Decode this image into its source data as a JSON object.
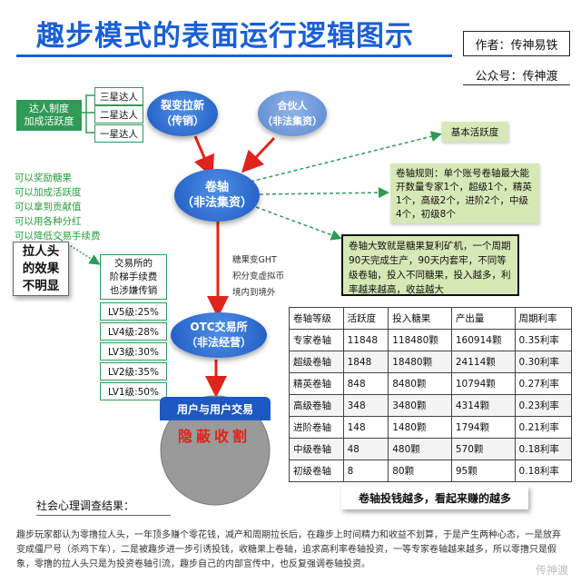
{
  "header": {
    "title": "趣步模式的表面运行逻辑图示",
    "author": "作者：传神易铁",
    "account": "公众号：传神渡"
  },
  "left_panel": {
    "incentive_label": "达人制度\n加成活跃度",
    "star_levels": [
      "三星达人",
      "二星达人",
      "一星达人"
    ],
    "benefits": [
      "可以奖励糖果",
      "可以加成活跃度",
      "可以拿到贡献值",
      "可以用各种分红",
      "可以降低交易手续费"
    ],
    "referral_note": "拉人头\n的效果\n不明显",
    "fee_label": "交易所的\n阶梯手续费\n也涉嫌传销",
    "fee_levels": [
      "LV5级:25%",
      "LV4级:28%",
      "LV3级:30%",
      "LV2级:35%",
      "LV1级:50%"
    ]
  },
  "nodes": {
    "viral": "裂变拉新\n（传销）",
    "partner": "合伙人\n（非法集资）",
    "scroll": "卷轴\n（非法集资）",
    "otc": "OTC交易所\n（非法经营）",
    "exchange": "用户与用户交易",
    "harvest": "隐蔽收割"
  },
  "flow_notes": [
    "糖果变GHT",
    "积分变虚拟币",
    "境内到境外"
  ],
  "right_panel": {
    "basic_activity": "基本活跃度",
    "rules": "卷轴规则：单个账号卷轴最大能开数量专家1个，超级1个，精英1个，高级2个，进阶2个，中级4个，初级8个",
    "summary": "卷轴大致就是糖果复利矿机，一个周期90天完成生产，90天内套牢，不同等级卷轴，投入不同糖果，投入越多，利率越来越高，收益越大"
  },
  "table": {
    "headers": [
      "卷轴等级",
      "活跃度",
      "投入糖果",
      "产出量",
      "周期利率"
    ],
    "rows": [
      [
        "专家卷轴",
        "11848",
        "118480颗",
        "160914颗",
        "0.35利率"
      ],
      [
        "超级卷轴",
        "1848",
        "18480颗",
        "24114颗",
        "0.30利率"
      ],
      [
        "精英卷轴",
        "848",
        "8480颗",
        "10794颗",
        "0.27利率"
      ],
      [
        "高级卷轴",
        "348",
        "3480颗",
        "4314颗",
        "0.23利率"
      ],
      [
        "进阶卷轴",
        "148",
        "1480颗",
        "1794颗",
        "0.21利率"
      ],
      [
        "中级卷轴",
        "48",
        "480颗",
        "570颗",
        "0.18利率"
      ],
      [
        "初级卷轴",
        "8",
        "80颗",
        "95颗",
        "0.18利率"
      ]
    ]
  },
  "footer": {
    "survey": "社会心理调查结果：",
    "slogan": "卷轴投钱越多，看起来赚的越多",
    "body": "趣步玩家都认为零撸拉人头，一年顶多赚个零花钱，减产和周期拉长后，在趣步上时间精力和收益不划算，于是产生两种心态，一是放弃变成僵尸号（杀鸡下车），二是被趣步进一步引诱投钱，收糖果上卷轴，追求高利率卷轴投资，一等专家卷轴越来越多，所以零撸只是假象，零撸的拉人头只是为投资卷轴引流，趣步自己的内部宣传中，也反复强调卷轴投资。",
    "watermark": "传神渡"
  },
  "colors": {
    "title_blue": "#1a5fd6",
    "green": "#2f9a56",
    "arrow_red": "#e0241b",
    "harvest_red": "#e0241b",
    "light_green_fill": "#d6e8b6"
  }
}
